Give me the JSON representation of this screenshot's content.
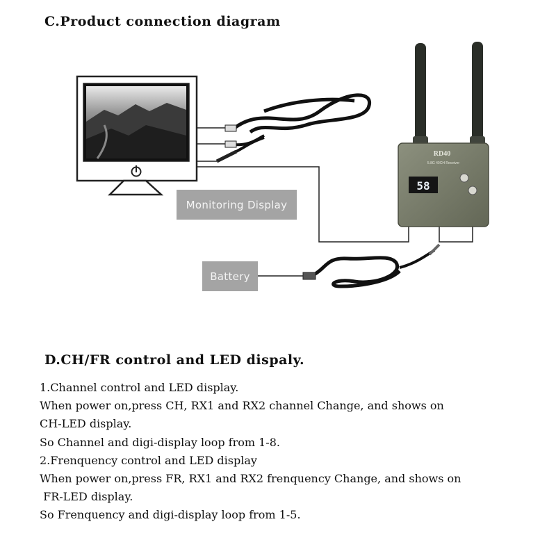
{
  "section_c": {
    "title": "C.Product connection diagram",
    "monitor_label": "Monitoring Display",
    "battery_label": "Battery",
    "receiver": {
      "brand": "RD40",
      "subtitle": "5.8G 40CH Receiver",
      "display": "58"
    }
  },
  "section_d": {
    "title": "D.CH/FR control and LED dispaly.",
    "lines": [
      "1.Channel control and LED display.",
      "When power on,press CH, RX1 and RX2 channel Change, and shows on",
      "CH-LED display.",
      "So Channel and digi-display loop from 1-8.",
      "2.Frenquency control and LED display",
      "When power on,press FR, RX1 and RX2 frenquency Change, and shows on",
      " FR-LED display.",
      "So Frenquency and digi-display loop from 1-5."
    ]
  },
  "colors": {
    "label_box": "#a4a4a4",
    "receiver_body": "#7c806e",
    "antenna": "#2a2e28",
    "led": "#e8eef4"
  }
}
